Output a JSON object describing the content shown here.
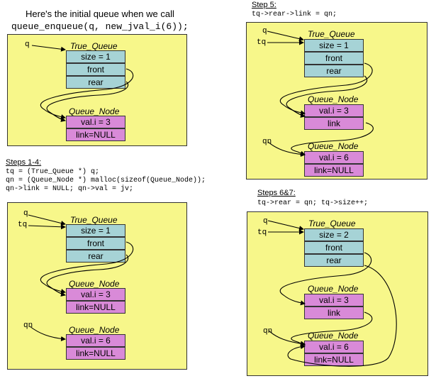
{
  "header": {
    "line1": "Here's the initial queue when we call",
    "line2": "queue_enqueue(q, new_jval_i(6));"
  },
  "steps14": {
    "label": "Steps 1-4:",
    "code": [
      "tq = (True_Queue *) q;",
      "qn = (Queue_Node *) malloc(sizeof(Queue_Node));",
      "qn->link = NULL; qn->val = jv;"
    ]
  },
  "step5": {
    "label": "Step 5:",
    "code": [
      "tq->rear->link = qn;"
    ]
  },
  "step67": {
    "label": "Steps 6&7:",
    "code": [
      "tq->rear = qn; tq->size++;"
    ]
  },
  "labels": {
    "true_queue": "True_Queue",
    "queue_node": "Queue_Node",
    "q": "q",
    "tq": "tq",
    "qn": "qn",
    "front": "front",
    "rear": "rear",
    "size1": "size = 1",
    "size2": "size = 2",
    "val3": "val.i = 3",
    "val6": "val.i = 6",
    "link_null": "link=NULL",
    "link": "link"
  },
  "colors": {
    "panel": "#f7f78a",
    "true_queue_cell": "#a6d3d6",
    "queue_node_cell": "#d98ad8"
  }
}
